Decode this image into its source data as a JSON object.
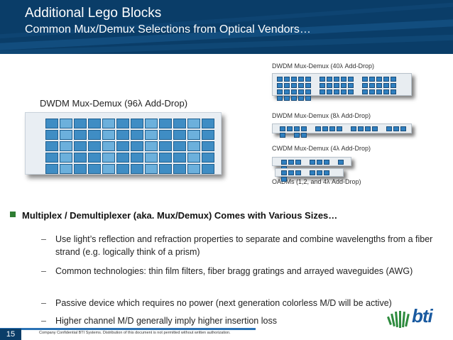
{
  "header": {
    "title": "Additional Lego Blocks",
    "subtitle": "Common Mux/Demux Selections from Optical Vendors…"
  },
  "products": {
    "big": "DWDM Mux-Demux (96λ Add-Drop)",
    "p40": "DWDM Mux-Demux (40λ Add-Drop)",
    "p8": "DWDM Mux-Demux (8λ Add-Drop)",
    "p4": "CWDM Mux-Demux (4λ Add-Drop)",
    "oadm": "OADMs (1,2, and 4λ Add-Drop)"
  },
  "bullets": {
    "main": "Multiplex / Demultiplexer (aka. Mux/Demux) Comes with Various Sizes…",
    "dash": "–",
    "items": [
      "Use light’s reflection and refraction properties to separate and combine wavelengths from a fiber strand (e.g. logically think of a prism)",
      "Common technologies: thin film filters, fiber bragg gratings and arrayed waveguides (AWG)",
      "Passive device which requires no power (next generation colorless M/D will be active)",
      "Higher channel M/D generally imply higher insertion loss"
    ]
  },
  "footer": {
    "page_number": "15",
    "confidential": "Company Confidential BTI Systems. Distribution of this document is not permitted without written authorization."
  },
  "logo": {
    "text": "bti"
  },
  "colors": {
    "header": "#0a3d68",
    "bullet": "#2e7d32",
    "logo": "#1a5aa0"
  }
}
